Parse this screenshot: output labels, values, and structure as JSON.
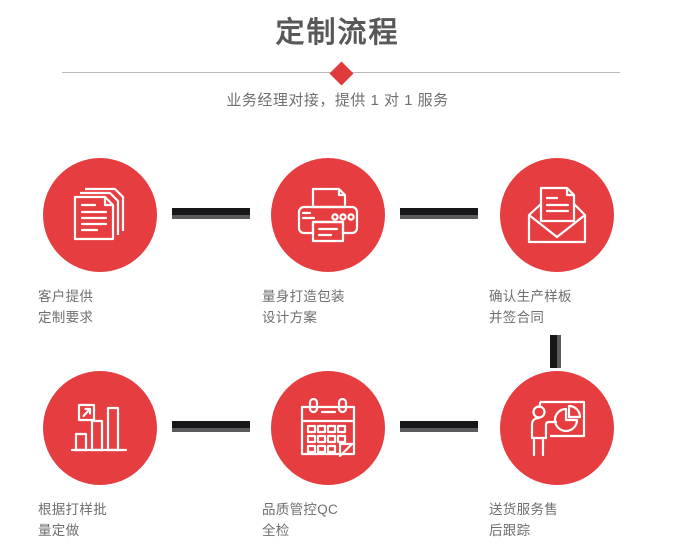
{
  "header": {
    "title": "定制流程",
    "subtitle": "业务经理对接，提供 1 对 1 服务",
    "title_color": "#58585a",
    "diamond_color": "#e03a3c",
    "divider_color": "#b9b9bb"
  },
  "theme": {
    "accent_red": "#e63e40",
    "connector_dark": "#17171a",
    "connector_shadow": "#5b5b5e",
    "label_color": "#6f6f72",
    "background": "#ffffff"
  },
  "steps": [
    {
      "index": 1,
      "icon": "documents-stack-icon",
      "label": "客户提供\n定制要求"
    },
    {
      "index": 2,
      "icon": "printer-icon",
      "label": "量身打造包装\n设计方案"
    },
    {
      "index": 3,
      "icon": "envelope-document-icon",
      "label": "确认生产样板\n并签合同"
    },
    {
      "index": 4,
      "icon": "bar-chart-growth-icon",
      "label": "根据打样批\n量定做"
    },
    {
      "index": 5,
      "icon": "calendar-check-icon",
      "label": "品质管控QC\n全检"
    },
    {
      "index": 6,
      "icon": "presenter-pie-chart-icon",
      "label": "送货服务售\n后跟踪"
    }
  ],
  "connectors": [
    {
      "name": "connector-step1-step2",
      "orientation": "horizontal"
    },
    {
      "name": "connector-step2-step3",
      "orientation": "horizontal"
    },
    {
      "name": "connector-step4-step5",
      "orientation": "horizontal"
    },
    {
      "name": "connector-step5-step6",
      "orientation": "horizontal"
    },
    {
      "name": "connector-step3-step6",
      "orientation": "vertical"
    }
  ]
}
